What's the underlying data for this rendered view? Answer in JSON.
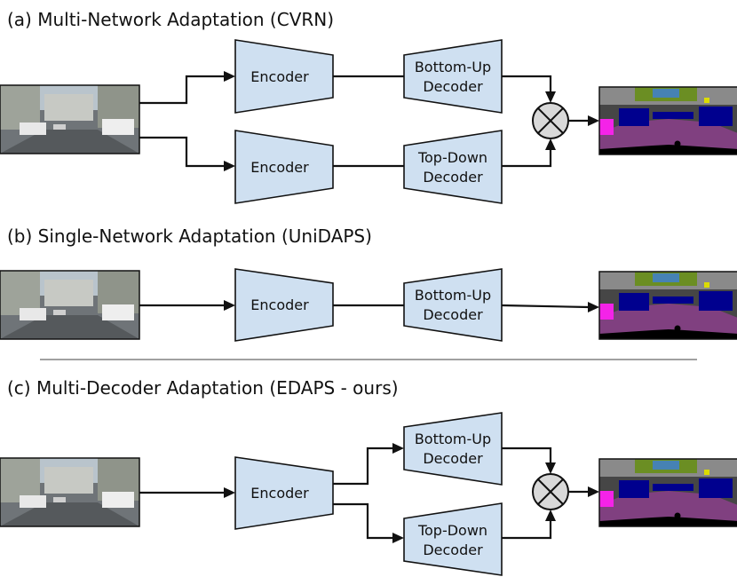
{
  "panels": [
    {
      "title": "(a) Multi-Network Adaptation (CVRN)",
      "encoders": [
        "Encoder",
        "Encoder"
      ],
      "decoders": [
        {
          "line1": "Bottom-Up",
          "line2": "Decoder"
        },
        {
          "line1": "Top-Down",
          "line2": "Decoder"
        }
      ],
      "has_fusion": true
    },
    {
      "title": "(b) Single-Network Adaptation (UniDAPS)",
      "encoders": [
        "Encoder"
      ],
      "decoders": [
        {
          "line1": "Bottom-Up",
          "line2": "Decoder"
        }
      ],
      "has_fusion": false
    },
    {
      "title": "(c) Multi-Decoder Adaptation (EDAPS - ours)",
      "encoders": [
        "Encoder"
      ],
      "decoders": [
        {
          "line1": "Bottom-Up",
          "line2": "Decoder"
        },
        {
          "line1": "Top-Down",
          "line2": "Decoder"
        }
      ],
      "has_fusion": true
    }
  ],
  "colors": {
    "block_fill": "#cfe0f1",
    "fusion_fill": "#d9d9d9",
    "separator": "#a0a0a0"
  },
  "icons": {
    "input": "street-scene-photo",
    "output": "segmentation-map",
    "fusion": "fusion-multiply-icon"
  }
}
